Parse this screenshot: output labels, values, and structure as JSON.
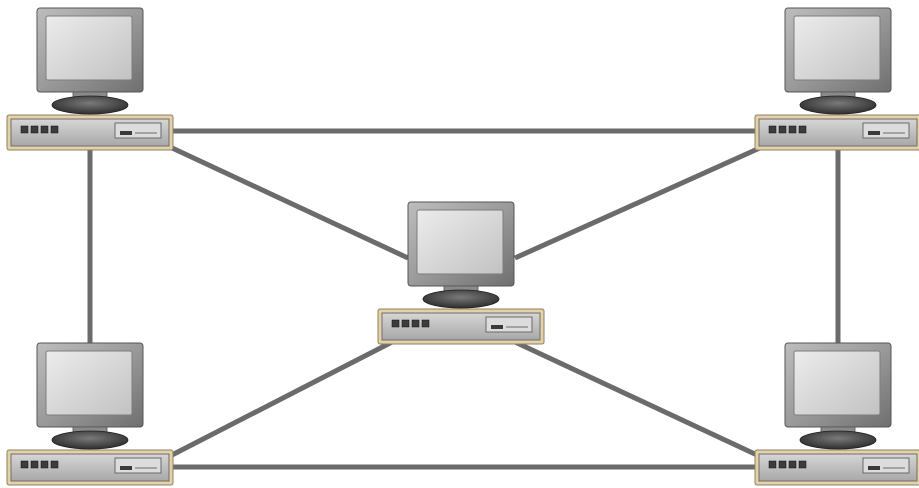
{
  "diagram": {
    "type": "network-topology",
    "colors": {
      "background": "#ffffff",
      "link": "#6b6b6b",
      "monitor_bezel": "#9c9c9c",
      "monitor_screen": "#d3d3d3",
      "unit_body": "#c6c6c6",
      "unit_border": "#e3d2a6",
      "base": "#4a4a4a"
    },
    "nodes": [
      {
        "id": "top-left",
        "icon": "computer-icon"
      },
      {
        "id": "top-right",
        "icon": "computer-icon"
      },
      {
        "id": "center",
        "icon": "computer-icon"
      },
      {
        "id": "bottom-left",
        "icon": "computer-icon"
      },
      {
        "id": "bottom-right",
        "icon": "computer-icon"
      }
    ],
    "links": [
      {
        "from": "top-left",
        "to": "top-right"
      },
      {
        "from": "top-left",
        "to": "bottom-left"
      },
      {
        "from": "top-right",
        "to": "bottom-right"
      },
      {
        "from": "bottom-left",
        "to": "bottom-right"
      },
      {
        "from": "top-left",
        "to": "center"
      },
      {
        "from": "top-right",
        "to": "center"
      },
      {
        "from": "bottom-left",
        "to": "center"
      },
      {
        "from": "bottom-right",
        "to": "center"
      }
    ]
  }
}
